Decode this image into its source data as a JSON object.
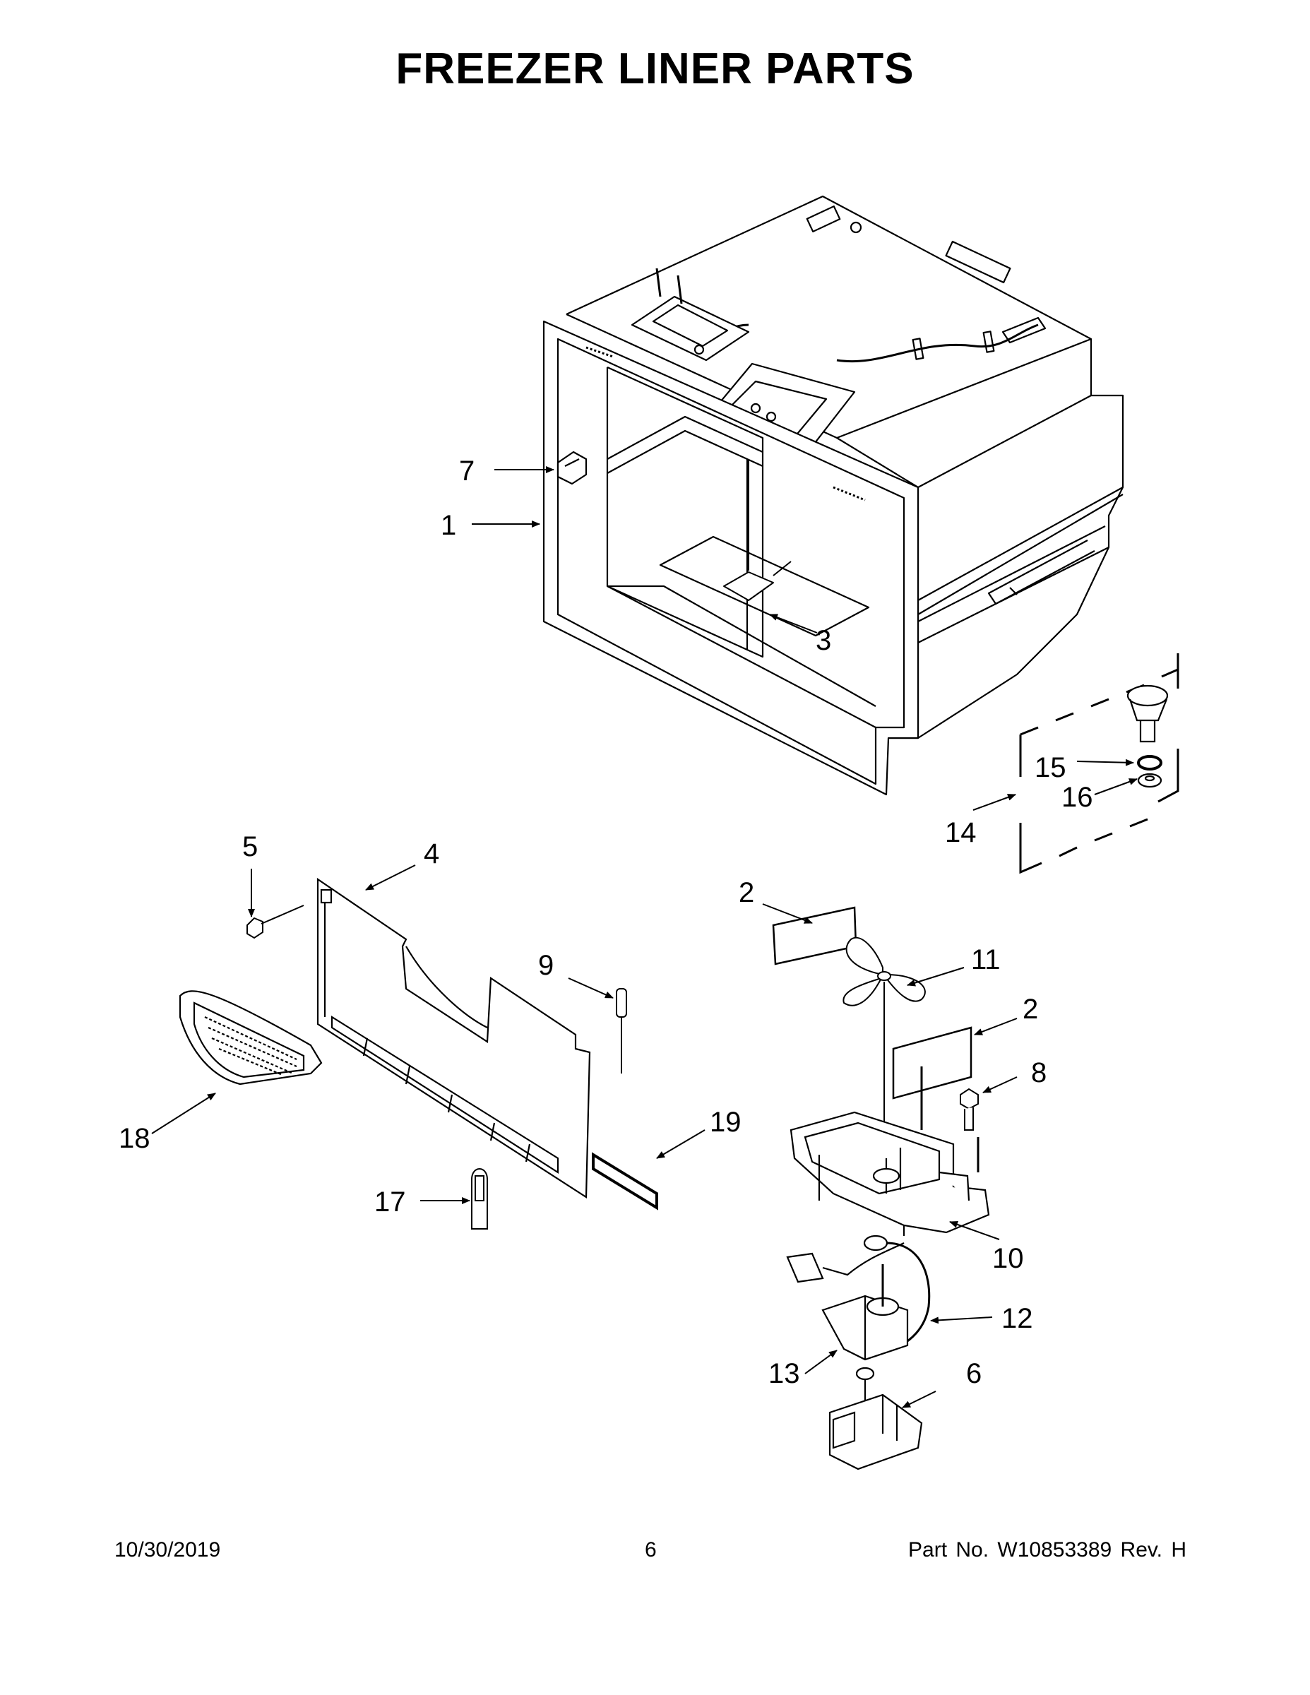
{
  "title": "FREEZER LINER PARTS",
  "callouts": {
    "c1": "1",
    "c2a": "2",
    "c2b": "2",
    "c3": "3",
    "c4": "4",
    "c5": "5",
    "c6": "6",
    "c7": "7",
    "c8": "8",
    "c9": "9",
    "c10": "10",
    "c11": "11",
    "c12": "12",
    "c13": "13",
    "c14": "14",
    "c15": "15",
    "c16": "16",
    "c17": "17",
    "c18": "18",
    "c19": "19"
  },
  "footer": {
    "date": "10/30/2019",
    "page": "6",
    "part": "Part No.  W10853389  Rev.  H"
  }
}
